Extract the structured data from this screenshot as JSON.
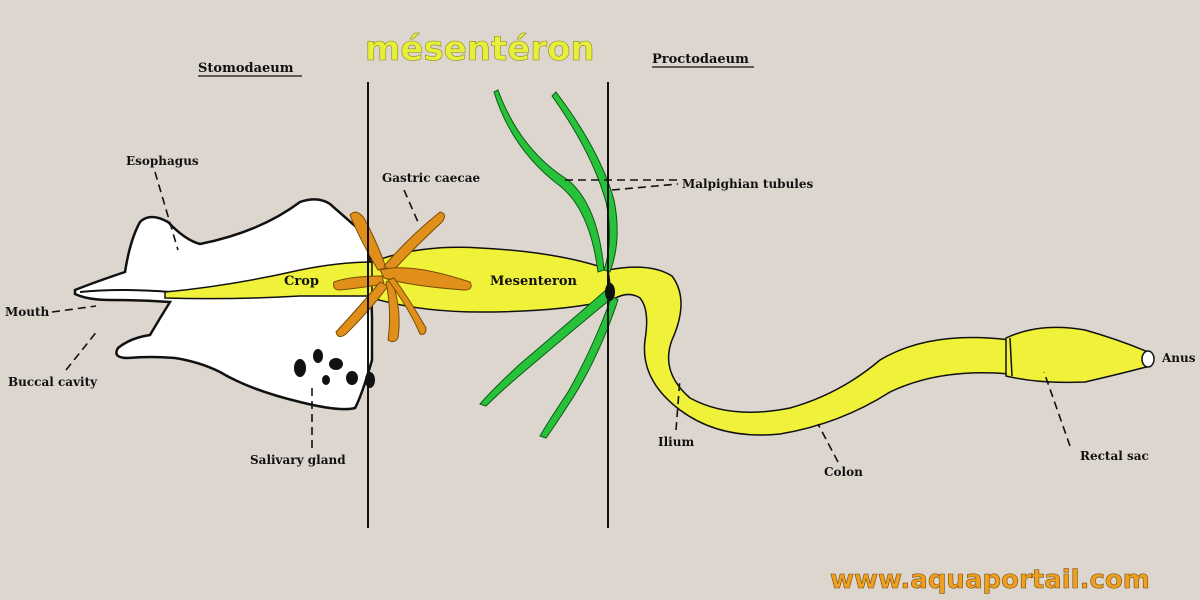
{
  "title": "mésentéron",
  "section_headers": {
    "stomodaeum": "Stomodaeum",
    "proctodaeum": "Proctodaeum"
  },
  "labels": {
    "esophagus": "Esophagus",
    "mouth": "Mouth",
    "buccal_cavity": "Buccal cavity",
    "salivary_gland": "Salivary gland",
    "gastric_caecae": "Gastric caecae",
    "malpighian_tubules": "Malpighian tubules",
    "crop": "Crop",
    "mesenteron": "Mesenteron",
    "ilium": "Ilium",
    "colon": "Colon",
    "rectal_sac": "Rectal sac",
    "anus": "Anus"
  },
  "watermark": "www.aquaportail.com",
  "colors": {
    "background": "#dcd6cf",
    "gut": "#f0f23a",
    "gastric_caecae": "#e0901a",
    "malpighian_tubules": "#27c23a",
    "title": "#e8ef3a",
    "watermark": "#f0a020"
  }
}
